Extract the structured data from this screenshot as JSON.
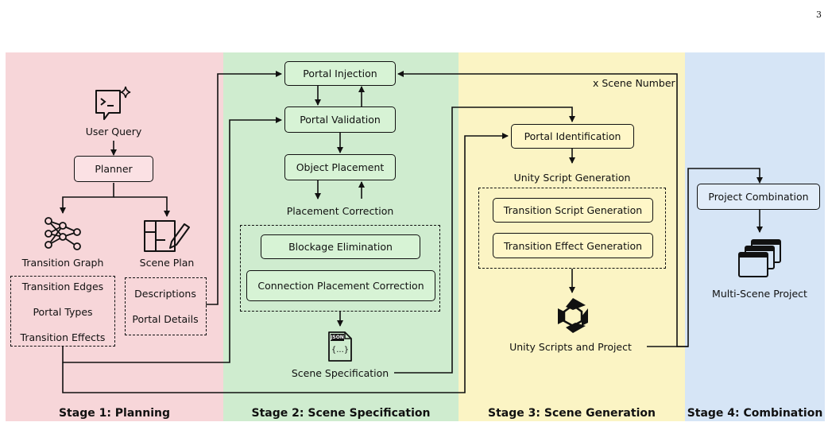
{
  "page_number": "3",
  "stages": [
    {
      "label": "Stage 1: Planning"
    },
    {
      "label": "Stage 2: Scene Specification"
    },
    {
      "label": "Stage 3: Scene Generation"
    },
    {
      "label": "Stage 4: Combination"
    }
  ],
  "stage1": {
    "user_query": "User Query",
    "planner": "Planner",
    "transition_graph": "Transition Graph",
    "scene_plan": "Scene Plan",
    "graph_items": [
      "Transition Edges",
      "Portal Types",
      "Transition Effects"
    ],
    "plan_items": [
      "Descriptions",
      "Portal Details"
    ]
  },
  "stage2": {
    "portal_injection": "Portal Injection",
    "portal_validation": "Portal Validation",
    "object_placement": "Object Placement",
    "placement_correction": "Placement Correction",
    "correction_items": [
      "Blockage Elimination",
      "Connection Placement Correction"
    ],
    "json_icon_text": "JSON",
    "json_braces": "{...}",
    "scene_specification": "Scene Specification"
  },
  "stage3": {
    "loop_label": "x Scene Number",
    "portal_identification": "Portal Identification",
    "unity_script_generation": "Unity Script Generation",
    "script_items": [
      "Transition Script Generation",
      "Transition Effect Generation"
    ],
    "unity_output": "Unity Scripts and Project"
  },
  "stage4": {
    "project_combination": "Project Combination",
    "multi_scene_project": "Multi-Scene Project"
  }
}
